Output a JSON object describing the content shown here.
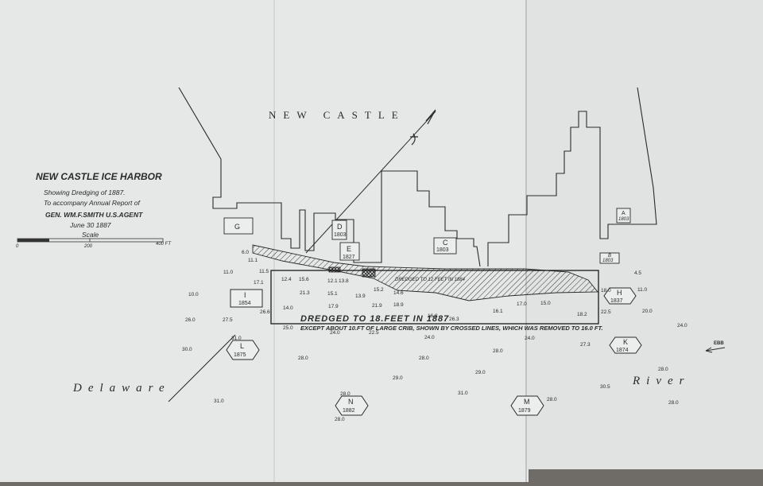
{
  "title": {
    "name": "NEW CASTLE ICE HARBOR",
    "line1": "Showing Dredging of 1887.",
    "line2": "To accompany Annual Report of",
    "line3": "GEN. WM.F.SMITH U.S.AGENT",
    "line4": "June 30 1887",
    "scale_label": "Scale",
    "scale_ticks": [
      "0",
      "200",
      "400 FT"
    ]
  },
  "place_labels": {
    "town": "NEW CASTLE",
    "river_left": "Delaware",
    "river_right": "River"
  },
  "dredge": {
    "main": "DREDGED TO 18.FEET IN 1887",
    "note": "EXCEPT ABOUT 10.FT OF LARGE CRIB, SHOWN BY CROSSED LINES, WHICH WAS REMOVED TO 16.0 FT.",
    "earlier": "DREDGED TO 12 FEET IN 1884"
  },
  "ebb_label": "EBB",
  "structures": [
    {
      "letter": "G",
      "year": ""
    },
    {
      "letter": "D",
      "year": "1803"
    },
    {
      "letter": "E",
      "year": "1827"
    },
    {
      "letter": "C",
      "year": "1803"
    },
    {
      "letter": "A",
      "year": "1803"
    },
    {
      "letter": "B",
      "year": "1803"
    }
  ],
  "piers": [
    {
      "letter": "I",
      "year": "1854"
    },
    {
      "letter": "H",
      "year": "1837"
    },
    {
      "letter": "K",
      "year": "1874"
    },
    {
      "letter": "L",
      "year": "1875"
    },
    {
      "letter": "N",
      "year": "1882"
    },
    {
      "letter": "M",
      "year": "1879"
    }
  ],
  "soundings": [
    "6.0",
    "11.1",
    "11.0",
    "11.5",
    "12.4",
    "15.6",
    "12.1",
    "13.8",
    "17.1",
    "21.3",
    "15.1",
    "13.9",
    "15.2",
    "14.6",
    "10.0",
    "26.6",
    "14.0",
    "17.9",
    "21.9",
    "18.9",
    "16.8",
    "26.3",
    "16.1",
    "17.0",
    "15.0",
    "18.2",
    "18.0",
    "4.5",
    "11.0",
    "22.5",
    "20.0",
    "24.0",
    "26.0",
    "27.5",
    "25.0",
    "24.0",
    "22.5",
    "24.0",
    "24.0",
    "27.3",
    "31.0",
    "30.0",
    "28.0",
    "28.0",
    "29.0",
    "28.0",
    "29.0",
    "31.0",
    "30.5",
    "28.0",
    "28.0",
    "31.0",
    "28.0",
    "28.0",
    "28.0"
  ]
}
